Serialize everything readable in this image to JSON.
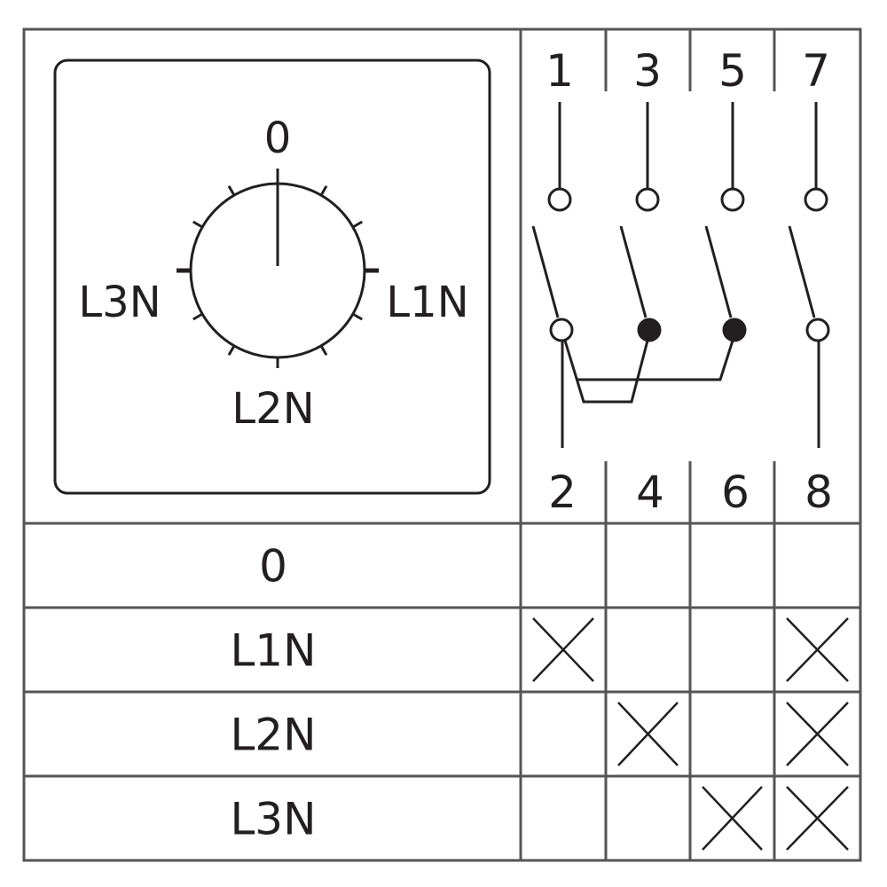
{
  "dial": {
    "positions": [
      {
        "label": "0"
      },
      {
        "label": "L1N"
      },
      {
        "label": "L2N"
      },
      {
        "label": "L3N"
      }
    ]
  },
  "terminals": {
    "top": [
      "1",
      "3",
      "5",
      "7"
    ],
    "bottom": [
      "2",
      "4",
      "6",
      "8"
    ]
  },
  "switching_table": {
    "rows": [
      {
        "label": "0",
        "closed": [
          false,
          false,
          false,
          false
        ]
      },
      {
        "label": "L1N",
        "closed": [
          true,
          false,
          false,
          true
        ]
      },
      {
        "label": "L2N",
        "closed": [
          false,
          true,
          false,
          true
        ]
      },
      {
        "label": "L3N",
        "closed": [
          false,
          false,
          true,
          true
        ]
      }
    ]
  },
  "colors": {
    "line": "#231f20",
    "frame": "#555555"
  }
}
